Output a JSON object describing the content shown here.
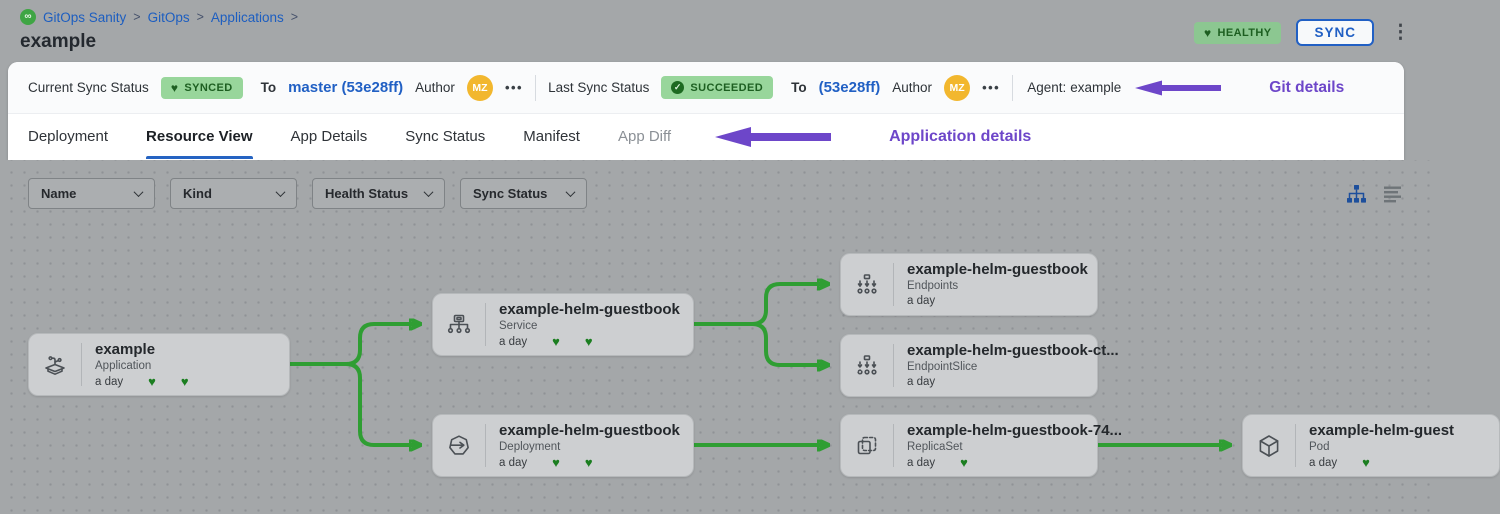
{
  "colors": {
    "accent_blue": "#2160c4",
    "annotation_purple": "#6d46c9",
    "edge_green": "#2f9e33",
    "heart_green": "#1b7e20",
    "healthy_badge_bg": "#8cc791",
    "synced_badge_bg": "#98d69b",
    "badge_text_green": "#1d5f21",
    "canvas_gray": "#a4a7a9",
    "card_gray": "#cdcfd1",
    "avatar_amber": "#f2b72e"
  },
  "header": {
    "breadcrumb": {
      "items": [
        "GitOps Sanity",
        "GitOps",
        "Applications"
      ],
      "separator": ">"
    },
    "title": "example",
    "health_badge": "HEALTHY",
    "sync_button": "SYNC"
  },
  "status_bar": {
    "current": {
      "label": "Current Sync Status",
      "badge": "SYNCED",
      "to": "To",
      "revision": "master (53e28ff)",
      "author_label": "Author",
      "author_initials": "MZ"
    },
    "last": {
      "label": "Last Sync Status",
      "badge": "SUCCEEDED",
      "to": "To",
      "revision": "(53e28ff)",
      "author_label": "Author",
      "author_initials": "MZ"
    },
    "agent_label": "Agent:",
    "agent_value": "example",
    "annotation": "Git details"
  },
  "tabs": {
    "items": [
      {
        "label": "Deployment"
      },
      {
        "label": "Resource View",
        "active": true
      },
      {
        "label": "App Details"
      },
      {
        "label": "Sync Status"
      },
      {
        "label": "Manifest"
      },
      {
        "label": "App Diff",
        "muted": true
      }
    ],
    "annotation": "Application details"
  },
  "filters": {
    "items": [
      "Name",
      "Kind",
      "Health Status",
      "Sync Status"
    ]
  },
  "nodes": [
    {
      "title": "example",
      "kind": "Application",
      "age": "a day",
      "hearts": 2
    },
    {
      "title": "example-helm-guestbook",
      "kind": "Service",
      "age": "a day",
      "hearts": 2
    },
    {
      "title": "example-helm-guestbook",
      "kind": "Deployment",
      "age": "a day",
      "hearts": 2
    },
    {
      "title": "example-helm-guestbook",
      "kind": "Endpoints",
      "age": "a day",
      "hearts": 0
    },
    {
      "title": "example-helm-guestbook-ct...",
      "kind": "EndpointSlice",
      "age": "a day",
      "hearts": 0
    },
    {
      "title": "example-helm-guestbook-74...",
      "kind": "ReplicaSet",
      "age": "a day",
      "hearts": 1
    },
    {
      "title": "example-helm-guest",
      "kind": "Pod",
      "age": "a day",
      "hearts": 1
    }
  ],
  "icons": {
    "more_options": "•••",
    "kebab": "⋮",
    "check": "✓",
    "heart": "♥",
    "logo_glyph": "∞"
  }
}
